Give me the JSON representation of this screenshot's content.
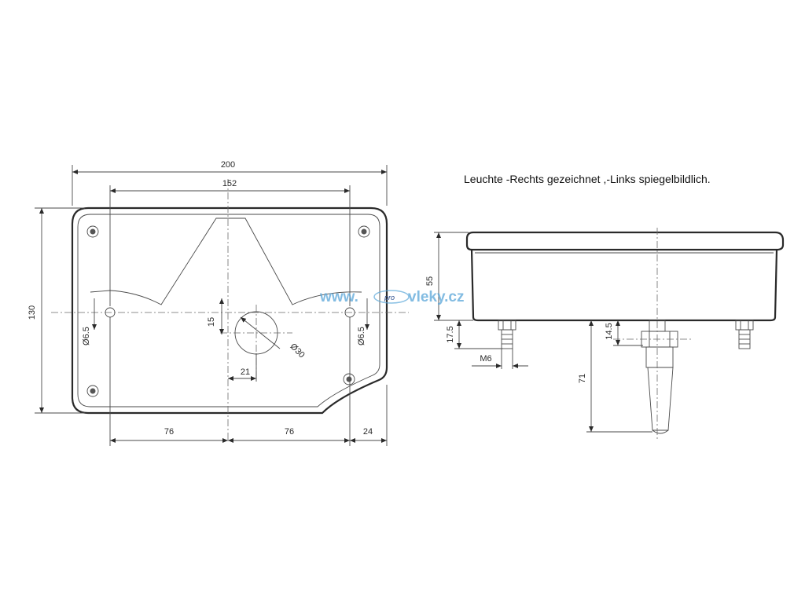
{
  "note": "Leuchte -Rechts gezeichnet ,-Links spiegelbildlich.",
  "watermark": {
    "left": "www.",
    "mid": "pro",
    "right": "vleky.cz"
  },
  "front_view": {
    "overall_width": "200",
    "inner_width": "152",
    "height": "130",
    "hole_dia_left": "Ø6.5",
    "hole_dia_right": "Ø6.5",
    "center_offset_v": "15",
    "center_offset_h": "21",
    "cable_hole_dia": "Ø30",
    "bottom_left": "76",
    "bottom_mid": "76",
    "bottom_right": "24"
  },
  "side_view": {
    "height_body": "55",
    "bolt_length": "17.5",
    "thread": "M6",
    "connector_offset": "14.5",
    "cable_length": "71"
  },
  "colors": {
    "line": "#2a2a2a",
    "watermark": "#5aa6d8"
  }
}
